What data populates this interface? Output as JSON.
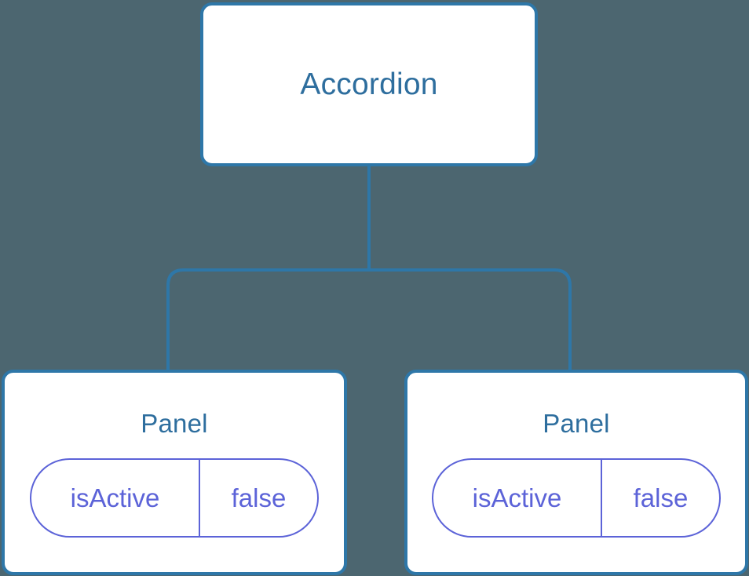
{
  "diagram": {
    "type": "component-tree",
    "background_color": "#4c6670",
    "node_border_color": "#2e77a8",
    "node_fill_color": "#ffffff",
    "node_title_color": "#2e6e9e",
    "state_accent_color": "#5c63d8",
    "edge_color": "#2e77a8",
    "root": {
      "title": "Accordion"
    },
    "children": [
      {
        "title": "Panel",
        "state": {
          "key": "isActive",
          "value": "false"
        }
      },
      {
        "title": "Panel",
        "state": {
          "key": "isActive",
          "value": "false"
        }
      }
    ]
  }
}
